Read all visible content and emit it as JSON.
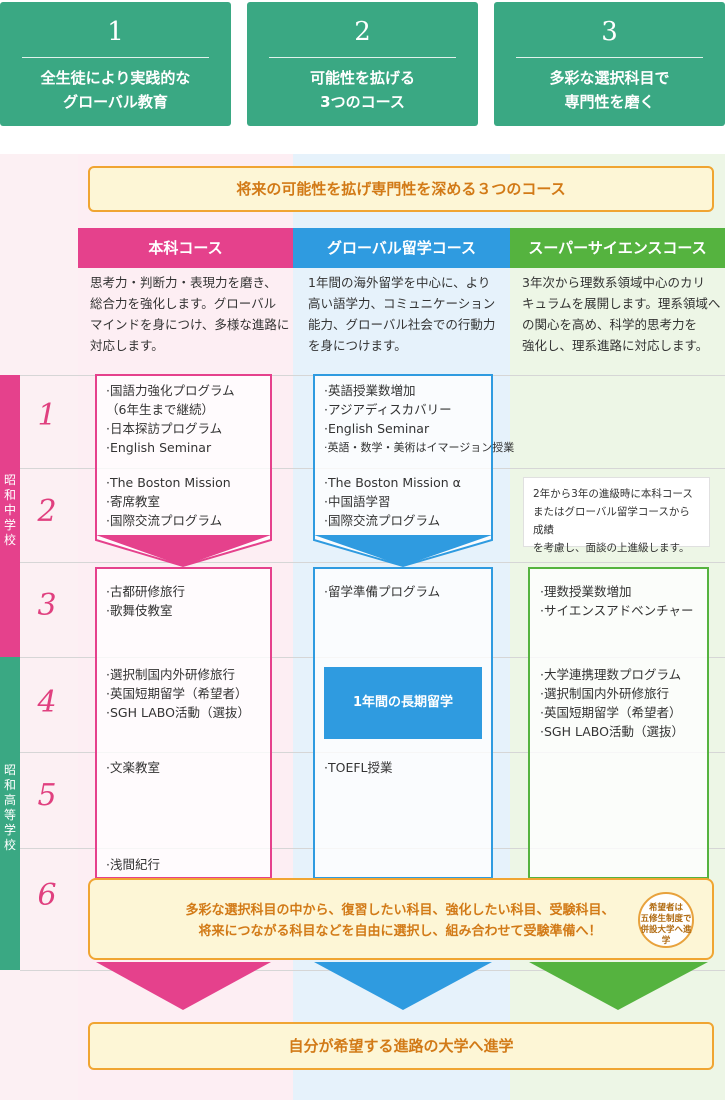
{
  "features": [
    {
      "num": "1",
      "lines": [
        "全生徒により実践的な",
        "グローバル教育"
      ]
    },
    {
      "num": "2",
      "lines": [
        "可能性を拡げる",
        "3つのコース"
      ]
    },
    {
      "num": "3",
      "lines": [
        "多彩な選択科目で",
        "専門性を磨く"
      ]
    }
  ],
  "top_banner": "将来の可能性を拡げ専門性を深める３つのコース",
  "courses": [
    {
      "name": "本科コース",
      "color": "#e5418c",
      "desc": [
        "思考力・判断力・表現力を磨き、",
        "総合力を強化します。グローバル",
        "マインドを身につけ、多様な進路に",
        "対応します。"
      ],
      "y1": [
        "国語力強化プログラム",
        "（6年生まで継続）",
        "日本探訪プログラム",
        "English Seminar"
      ],
      "y2": [
        "The Boston Mission",
        "寄席教室",
        "国際交流プログラム"
      ],
      "y3": [
        "古都研修旅行",
        "歌舞伎教室"
      ],
      "y4": [
        "選択制国内外研修旅行",
        "英国短期留学（希望者）",
        "SGH LABO活動（選抜）"
      ],
      "y5": [
        "文楽教室"
      ],
      "y6": [
        "浅間紀行"
      ]
    },
    {
      "name": "グローバル留学コース",
      "color": "#2f9be0",
      "desc": [
        "1年間の海外留学を中心に、より",
        "高い語学力、コミュニケーション",
        "能力、グローバル社会での行動力",
        "を身につけます。"
      ],
      "y1": [
        "英語授業数増加",
        "アジアディスカバリー",
        "English Seminar",
        "英語・数学・美術はイマージョン授業"
      ],
      "y2": [
        "The Boston Mission α",
        "中国語学習",
        "国際交流プログラム"
      ],
      "y3": [
        "留学準備プログラム"
      ],
      "y4_block": "1年間の長期留学",
      "y5": [
        "TOEFL授業"
      ]
    },
    {
      "name": "スーパーサイエンスコース",
      "color": "#55b33f",
      "desc": [
        "3年次から理数系領域中心のカリ",
        "キュラムを展開します。理系領域へ",
        "の関心を高め、科学的思考力を",
        "強化し、理系進路に対応します。"
      ],
      "y2_note": [
        "2年から3年の進級時に本科コース",
        "またはグローバル留学コースから成績",
        "を考慮し、面談の上進級します。"
      ],
      "y3": [
        "理数授業数増加",
        "サイエンスアドベンチャー"
      ],
      "y4": [
        "大学連携理数プログラム",
        "選択制国内外研修旅行",
        "英国短期留学（希望者）",
        "SGH LABO活動（選抜）"
      ]
    }
  ],
  "years": [
    "1",
    "2",
    "3",
    "4",
    "5",
    "6"
  ],
  "junior_label": [
    "昭",
    "和",
    "中",
    "学",
    "校"
  ],
  "senior_label": [
    "昭",
    "和",
    "高",
    "等",
    "学",
    "校"
  ],
  "electives_lines": [
    "多彩な選択科目の中から、復習したい科目、強化したい科目、受験科目、",
    "将来につながる科目などを自由に選択し、組み合わせて受験準備へ！"
  ],
  "seal_lines": [
    "希望者は",
    "五修生制度で",
    "併設大学へ進学"
  ],
  "bottom_banner": "自分が希望する進路の大学へ進学",
  "colors": {
    "feature_green": "#3aa883",
    "pink": "#e5418c",
    "blue": "#2f9be0",
    "green": "#55b33f",
    "orange": "#f0a532"
  }
}
